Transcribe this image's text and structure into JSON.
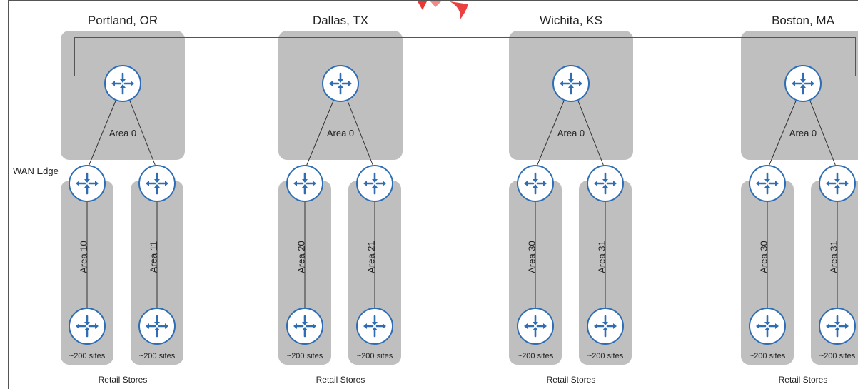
{
  "diagram": {
    "wan_edge_label": "WAN Edge",
    "site_count_label": "~200 sites",
    "retail_label": "Retail Stores",
    "core_area_label": "Area 0",
    "sites": [
      {
        "city": "Portland, OR",
        "area_left": "Area 10",
        "area_right": "Area 11"
      },
      {
        "city": "Dallas, TX",
        "area_left": "Area 20",
        "area_right": "Area 21"
      },
      {
        "city": "Wichita, KS",
        "area_left": "Area 30",
        "area_right": "Area 31"
      },
      {
        "city": "Boston, MA",
        "area_left": "Area 30",
        "area_right": "Area 31"
      }
    ]
  },
  "colors": {
    "background": "#ffffff",
    "area_fill": "#bfbfbf",
    "router_fill": "#ffffff",
    "router_stroke": "#2e6db4",
    "router_arrows": "#2e6db4",
    "link": "#333333",
    "watermark": "#e8201e"
  },
  "icons": [
    "router-icon",
    "red-watermark-mark"
  ]
}
